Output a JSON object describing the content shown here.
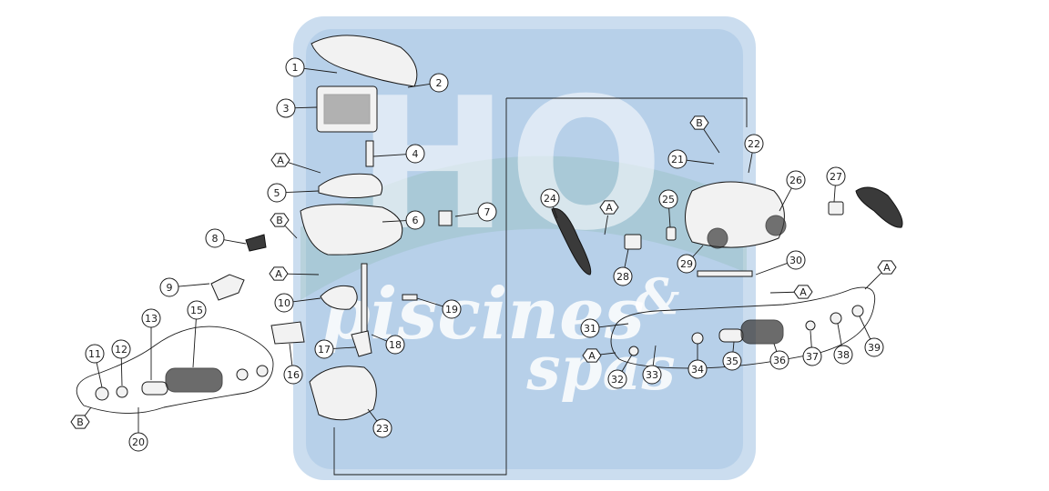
{
  "watermark": {
    "logo_letters": "HO",
    "line1": "piscines",
    "amp": "&",
    "line2": "spas",
    "logo_bg": "#8fb6dc"
  },
  "callouts": [
    {
      "label": "1"
    },
    {
      "label": "2"
    },
    {
      "label": "3"
    },
    {
      "label": "4"
    },
    {
      "label": "5"
    },
    {
      "label": "6"
    },
    {
      "label": "7"
    },
    {
      "label": "8"
    },
    {
      "label": "9"
    },
    {
      "label": "10"
    },
    {
      "label": "11"
    },
    {
      "label": "12"
    },
    {
      "label": "13"
    },
    {
      "label": "15"
    },
    {
      "label": "16"
    },
    {
      "label": "17"
    },
    {
      "label": "18"
    },
    {
      "label": "19"
    },
    {
      "label": "20"
    },
    {
      "label": "21"
    },
    {
      "label": "22"
    },
    {
      "label": "23"
    },
    {
      "label": "24"
    },
    {
      "label": "25"
    },
    {
      "label": "26"
    },
    {
      "label": "27"
    },
    {
      "label": "28"
    },
    {
      "label": "29"
    },
    {
      "label": "30"
    },
    {
      "label": "31"
    },
    {
      "label": "32"
    },
    {
      "label": "33"
    },
    {
      "label": "34"
    },
    {
      "label": "35"
    },
    {
      "label": "36"
    },
    {
      "label": "37"
    },
    {
      "label": "38"
    },
    {
      "label": "39"
    }
  ],
  "markers": [
    {
      "label": "A"
    },
    {
      "label": "B"
    },
    {
      "label": "A"
    },
    {
      "label": "A"
    },
    {
      "label": "B"
    },
    {
      "label": "B"
    },
    {
      "label": "A"
    },
    {
      "label": "A"
    },
    {
      "label": "A"
    }
  ]
}
